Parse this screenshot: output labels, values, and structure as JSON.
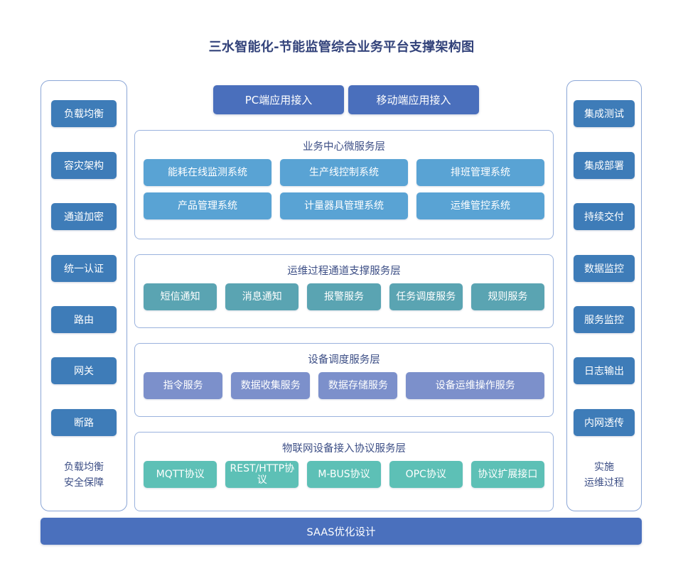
{
  "title": "三水智能化-节能监管综合业务平台支撑架构图",
  "colors": {
    "title_text": "#32427a",
    "side_button": "#3e7cb8",
    "access_button": "#4a6fbc",
    "business_layer_item": "#59a3d4",
    "ops_layer_item": "#5aa4b2",
    "device_layer_item": "#7c90cb",
    "protocol_layer_item": "#5dc0b6",
    "saas_bar": "#4a70bd",
    "container_border": "#9ab2dd",
    "background": "#ffffff"
  },
  "left_column": {
    "items": [
      {
        "label": "负载均衡"
      },
      {
        "label": "容灾架构"
      },
      {
        "label": "通道加密"
      },
      {
        "label": "统一认证"
      },
      {
        "label": "路由"
      },
      {
        "label": "网关"
      },
      {
        "label": "断路"
      }
    ],
    "caption_line1": "负载均衡",
    "caption_line2": "安全保障"
  },
  "right_column": {
    "items": [
      {
        "label": "集成测试"
      },
      {
        "label": "集成部署"
      },
      {
        "label": "持续交付"
      },
      {
        "label": "数据监控"
      },
      {
        "label": "服务监控"
      },
      {
        "label": "日志输出"
      },
      {
        "label": "内网透传"
      }
    ],
    "caption_line1": "实施",
    "caption_line2": "运维过程"
  },
  "access": {
    "pc_label": "PC端应用接入",
    "mobile_label": "移动端应用接入"
  },
  "layers": [
    {
      "id": "business",
      "title": "业务中心微服务层",
      "rows": [
        [
          "能耗在线监测系统",
          "生产线控制系统",
          "排班管理系统"
        ],
        [
          "产品管理系统",
          "计量器具管理系统",
          "运维管控系统"
        ]
      ]
    },
    {
      "id": "ops",
      "title": "运维过程通道支撑服务层",
      "rows": [
        [
          "短信通知",
          "消息通知",
          "报警服务",
          "任务调度服务",
          "规则服务"
        ]
      ]
    },
    {
      "id": "device",
      "title": "设备调度服务层",
      "rows": [
        [
          "指令服务",
          "数据收集服务",
          "数据存储服务",
          "设备运维操作服务"
        ]
      ]
    },
    {
      "id": "protocol",
      "title": "物联网设备接入协议服务层",
      "rows": [
        [
          "MQTT协议",
          "REST/HTTP协议",
          "M-BUS协议",
          "OPC协议",
          "协议扩展接口"
        ]
      ]
    }
  ],
  "footer": {
    "saas_label": "SAAS优化设计"
  }
}
